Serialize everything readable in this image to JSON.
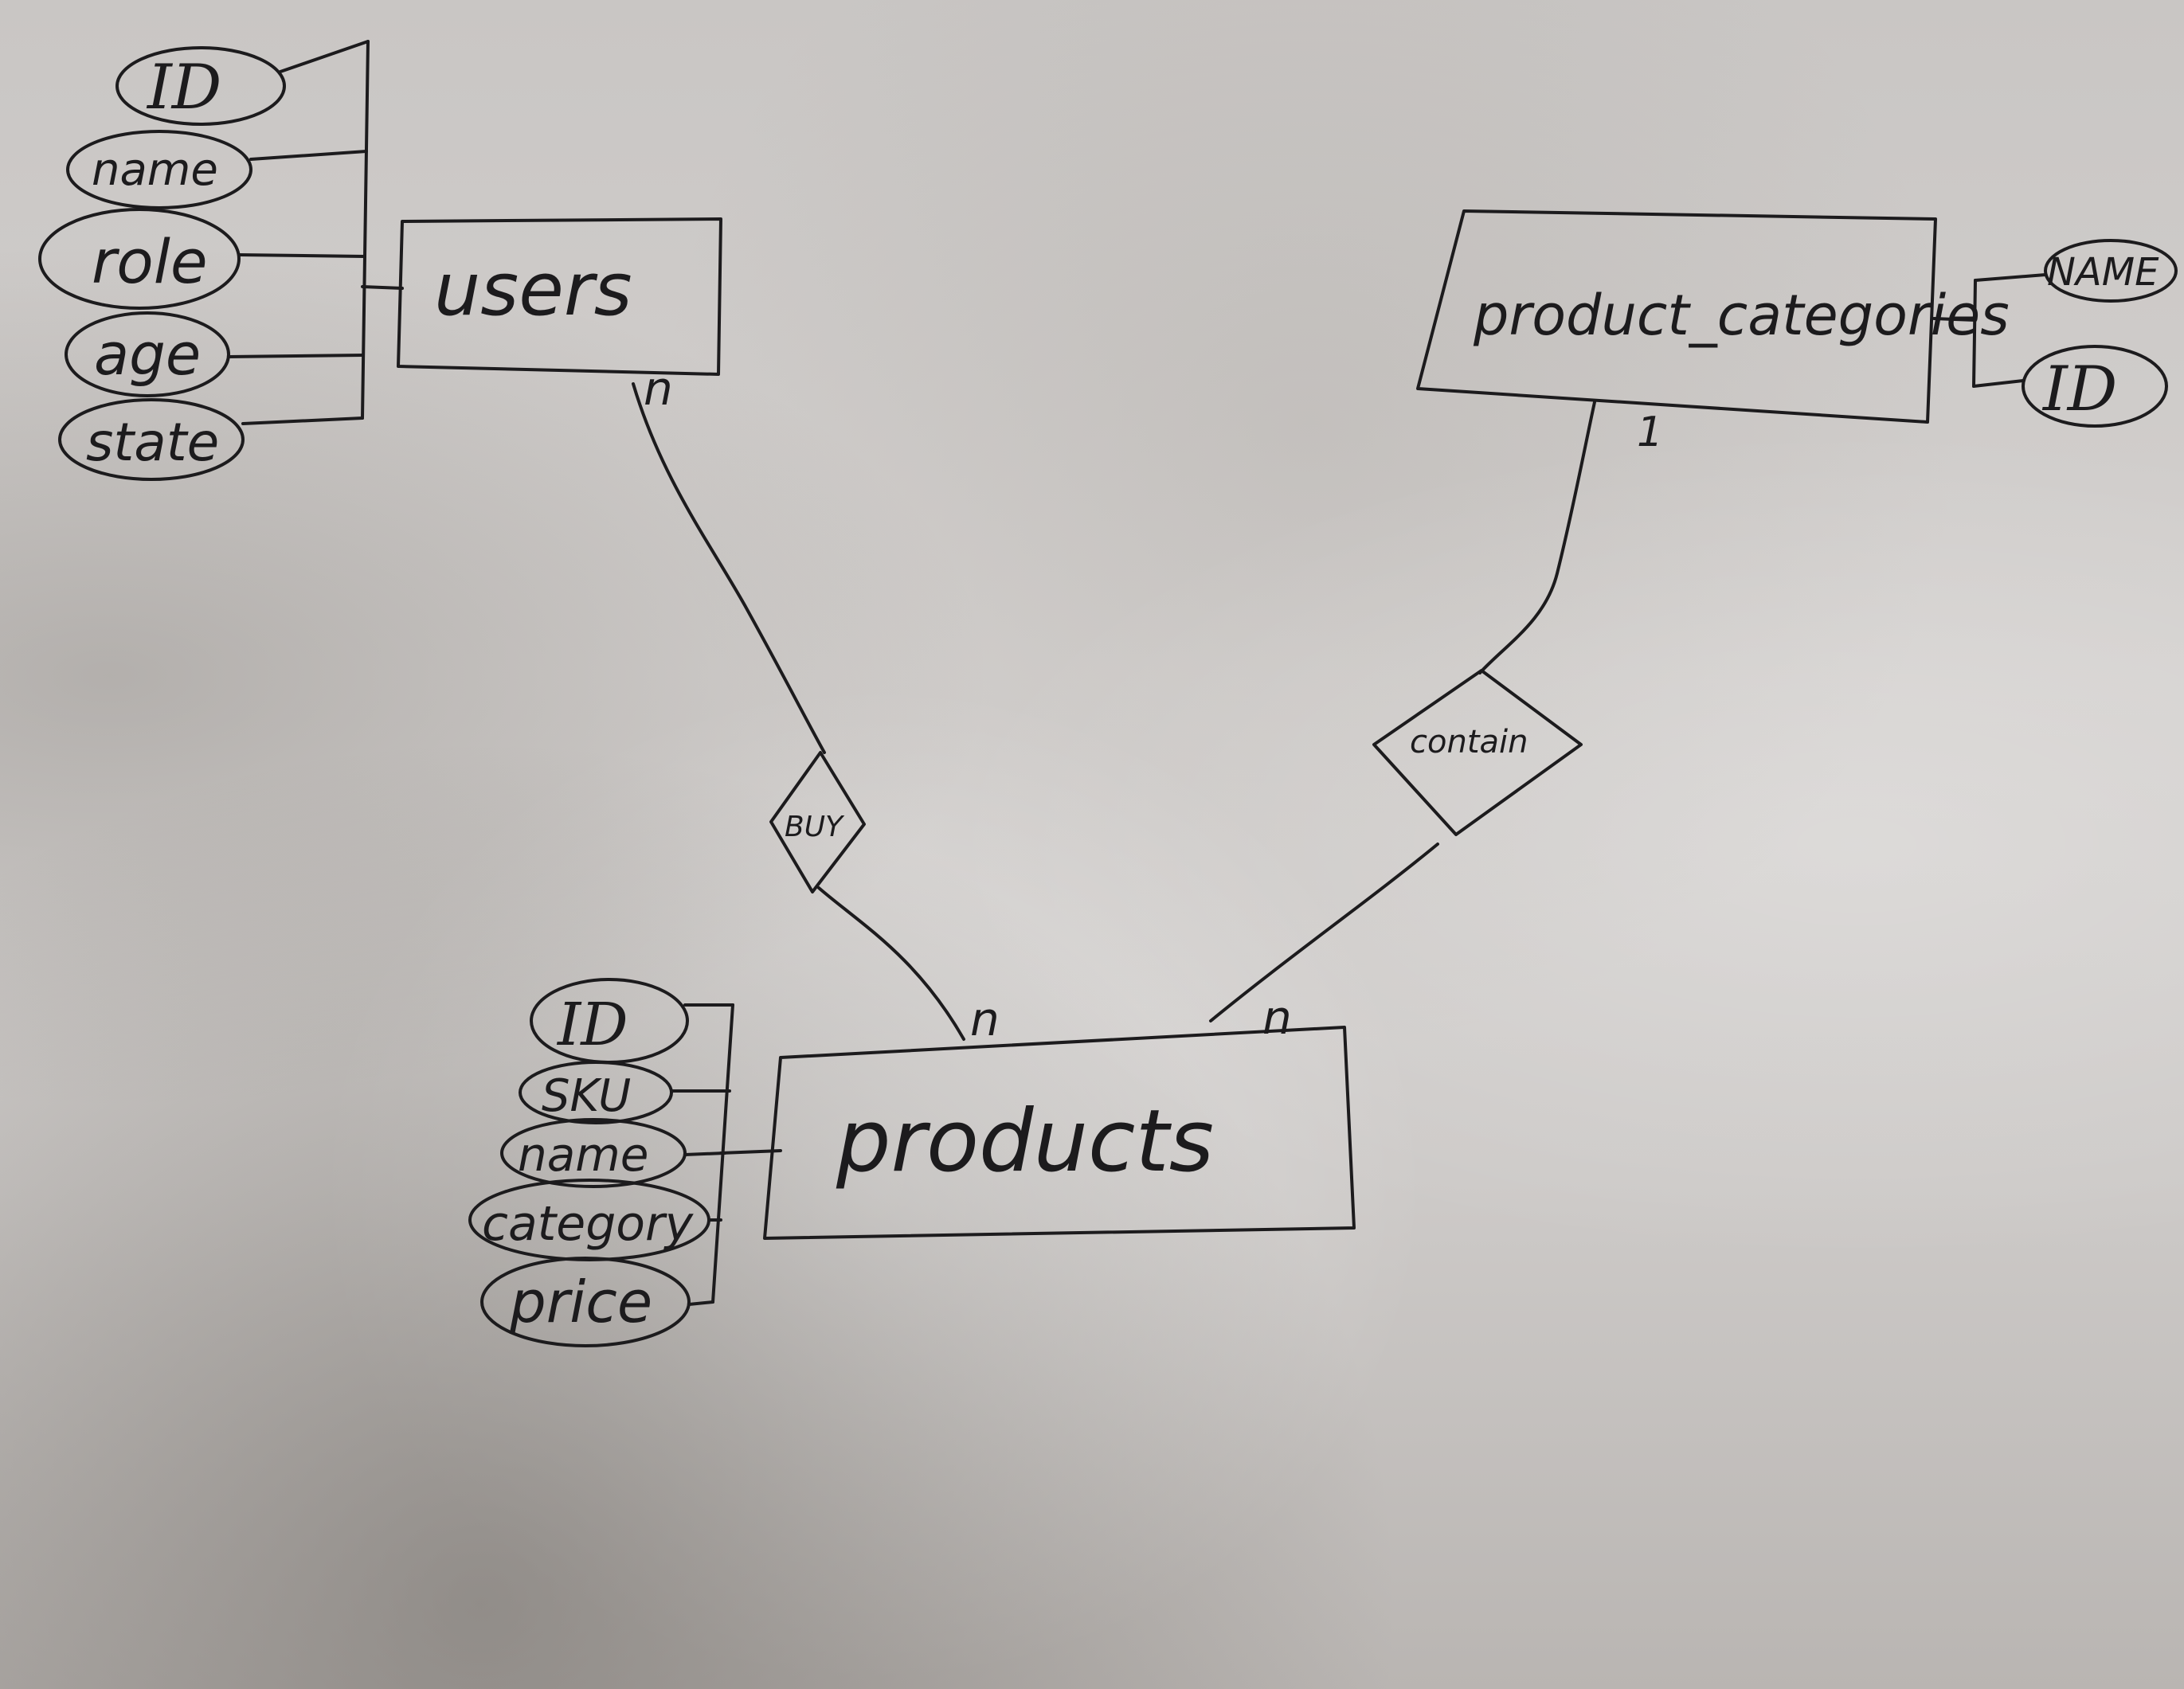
{
  "diagram": {
    "ink_color": "#1c1b1d",
    "paper_color": "#cfccca",
    "entities": {
      "users": {
        "label": "users",
        "attributes": [
          "ID",
          "name",
          "role",
          "age",
          "state"
        ]
      },
      "product_categories": {
        "label": "product_categories",
        "attributes": [
          "NAME",
          "ID"
        ]
      },
      "products": {
        "label": "products",
        "attributes": [
          "ID",
          "SKU",
          "name",
          "category",
          "price"
        ]
      }
    },
    "relationships": {
      "buy": {
        "label": "BUY",
        "users_cardinality": "n",
        "products_cardinality": "n"
      },
      "contain": {
        "label": "contain",
        "categories_cardinality": "1",
        "products_cardinality": "n"
      }
    }
  }
}
